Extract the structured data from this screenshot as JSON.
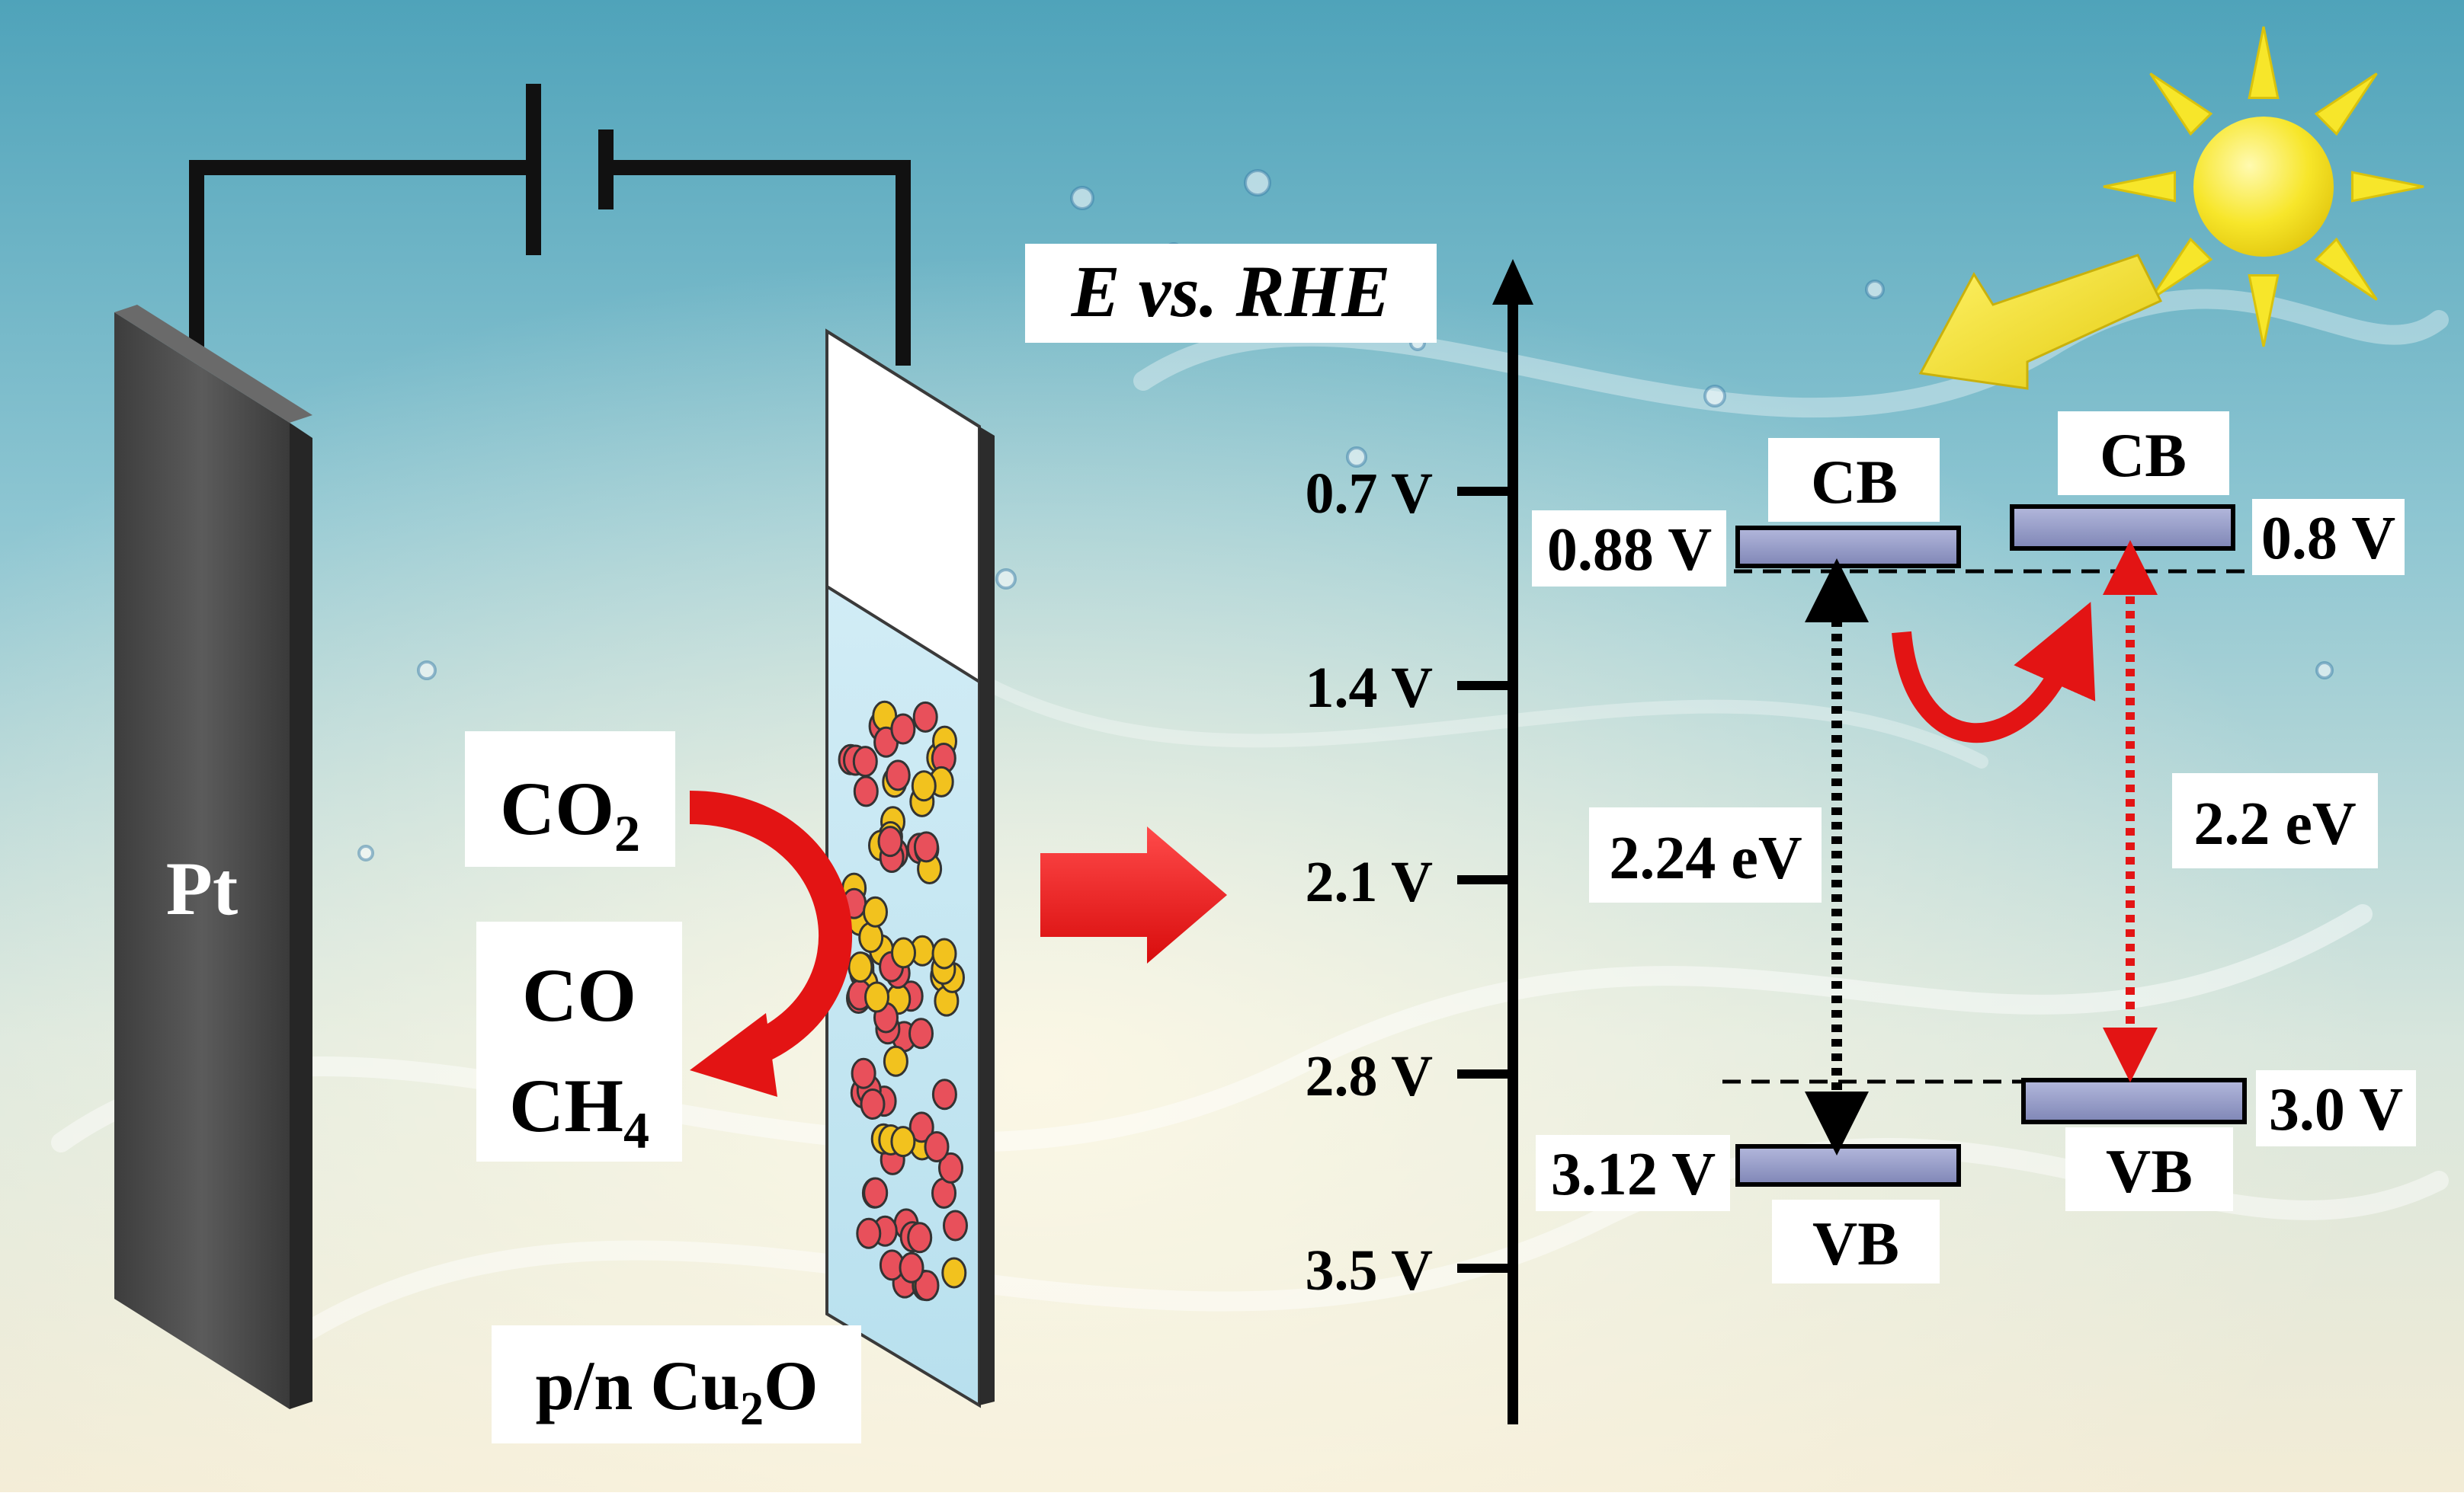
{
  "cell": {
    "counter_electrode": "Pt",
    "working_electrode": {
      "main": "p/n Cu",
      "sub": "2",
      "tail": "O"
    },
    "reactant": {
      "main": "CO",
      "sub": "2"
    },
    "products": [
      {
        "main": "CO",
        "sub": ""
      },
      {
        "main": "CH",
        "sub": "4"
      }
    ]
  },
  "band_diagram": {
    "axis_title": "E vs. RHE",
    "ticks": [
      "0.7 V",
      "1.4 V",
      "2.1 V",
      "2.8 V",
      "3.5 V"
    ],
    "left": {
      "cb_label": "CB",
      "cb_value": "0.88 V",
      "vb_label": "VB",
      "vb_value": "3.12 V",
      "gap": "2.24 eV"
    },
    "right": {
      "cb_label": "CB",
      "cb_value": "0.8 V",
      "vb_label": "VB",
      "vb_value": "3.0 V",
      "gap": "2.2 eV"
    }
  },
  "colors": {
    "band": "#8f96c2",
    "transfer_arrow": "#e31414",
    "sun": "#f7e62a"
  },
  "icons": [
    "battery-icon",
    "sun-icon",
    "light-arrow-icon",
    "flow-arrow-icon"
  ]
}
